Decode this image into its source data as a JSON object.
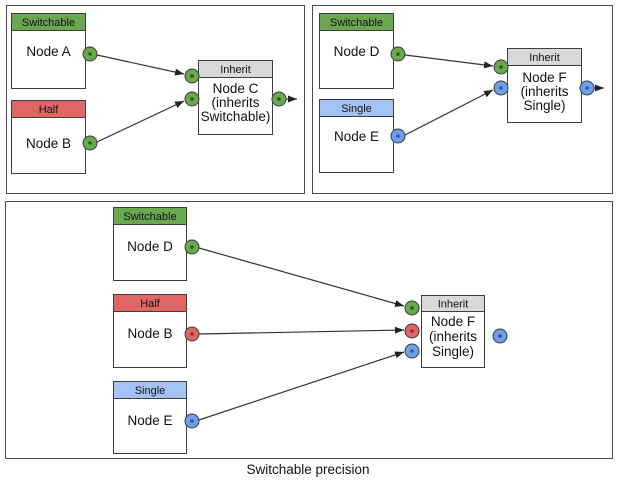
{
  "caption": "Switchable precision",
  "colors": {
    "switchable_green": "#6aa84f",
    "half_red": "#e06666",
    "single_blue": "#a4c2f4",
    "inherit_gray": "#d9d9d9",
    "port_green": "#6aa84f",
    "port_red": "#e06666",
    "port_blue": "#6d9eeb"
  },
  "nodes": {
    "a": {
      "header": "Switchable",
      "name": "Node A"
    },
    "b": {
      "header": "Half",
      "name": "Node B"
    },
    "c": {
      "header": "Inherit",
      "line1": "Node C",
      "line2": "(inherits",
      "line3": "Switchable)"
    },
    "d": {
      "header": "Switchable",
      "name": "Node D"
    },
    "e": {
      "header": "Single",
      "name": "Node E"
    },
    "f": {
      "header": "Inherit",
      "line1": "Node F",
      "line2": "(inherits",
      "line3": "Single)"
    }
  }
}
